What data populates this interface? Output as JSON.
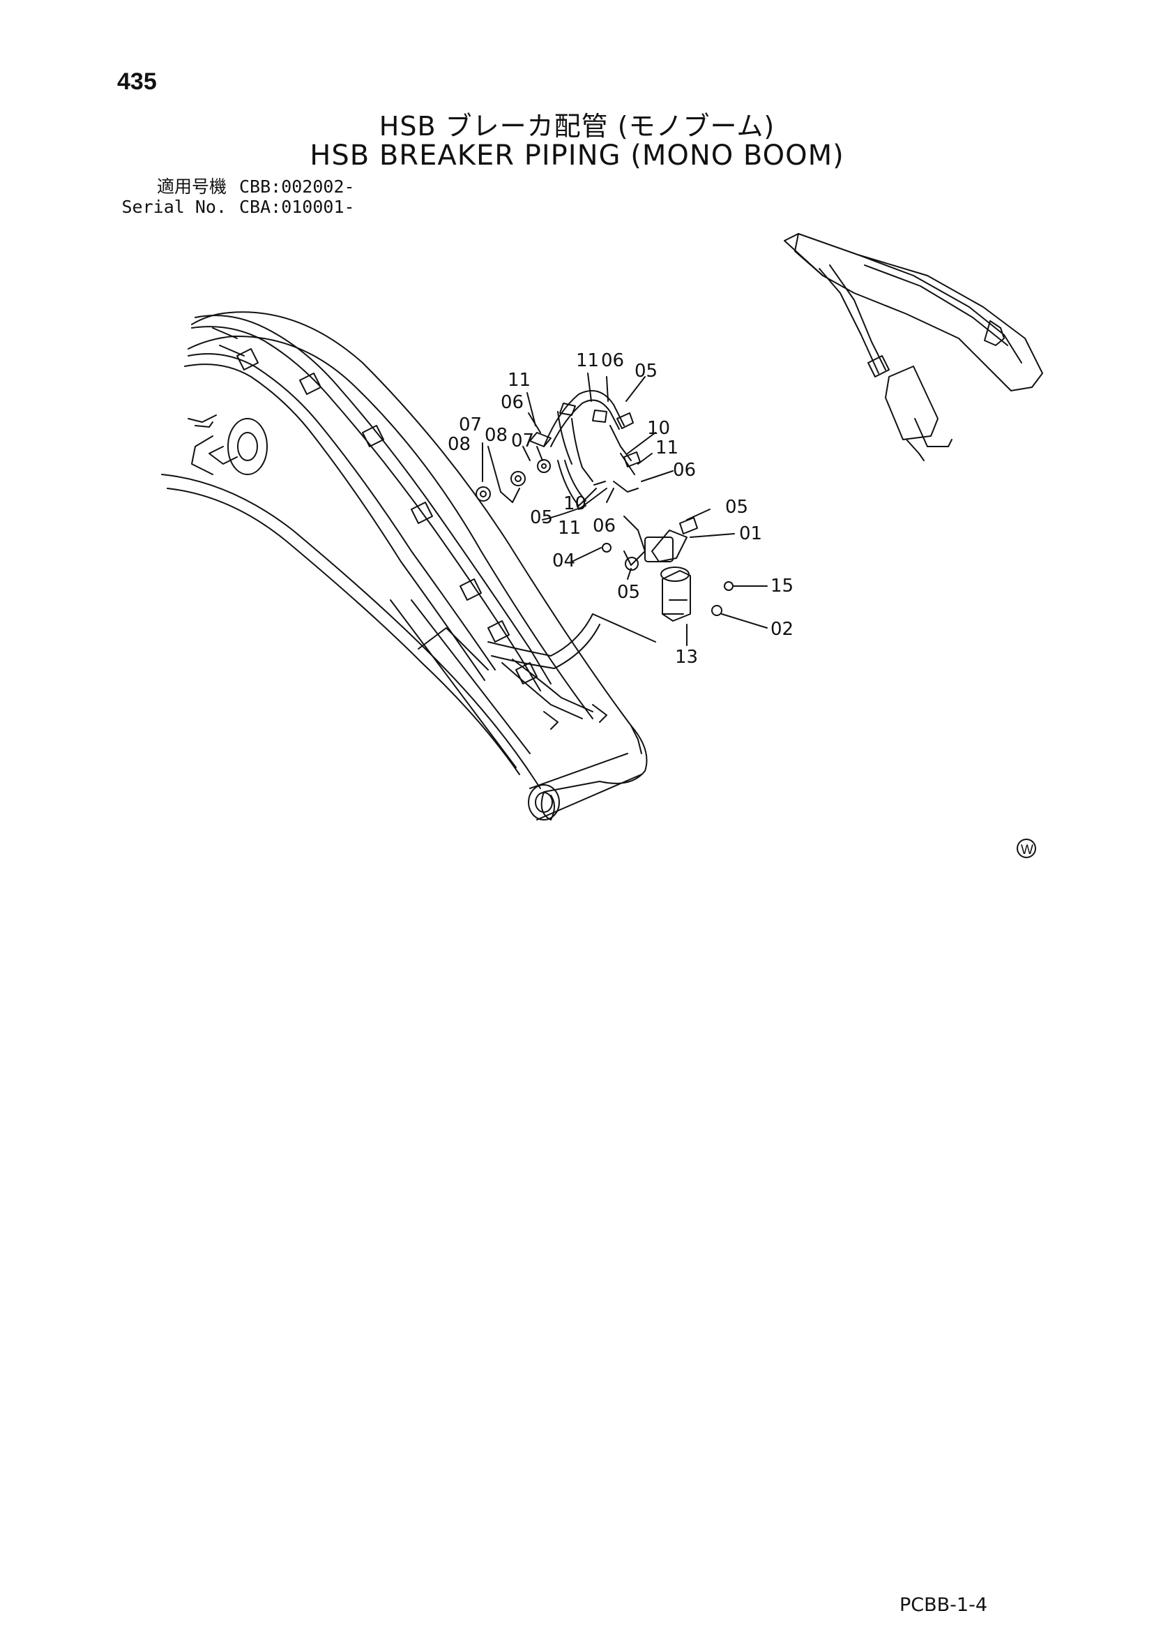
{
  "page_number": "435",
  "title_jp": "HSB ブレーカ配管 (モノブーム)",
  "title_en": "HSB BREAKER PIPING (MONO BOOM)",
  "serial": [
    {
      "label": "適用号機",
      "value": "CBB:002002-"
    },
    {
      "label": "Serial No.",
      "value": "CBA:010001-"
    }
  ],
  "callouts": {
    "c11a": "11",
    "c06a": "06",
    "c05a": "05",
    "c11b": "11",
    "c06b": "06",
    "c07a": "07",
    "c08a": "08",
    "c08b": "08",
    "c07b": "07",
    "c10a": "10",
    "c11c": "11",
    "c06c": "06",
    "c05b": "05",
    "c10b": "10",
    "c11d": "11",
    "c06d": "06",
    "c05c": "05",
    "c01": "01",
    "c04": "04",
    "c05d": "05",
    "c15": "15",
    "c02": "02",
    "c13": "13"
  },
  "corner_mark": "W",
  "footer_code": "PCBB-1-4"
}
